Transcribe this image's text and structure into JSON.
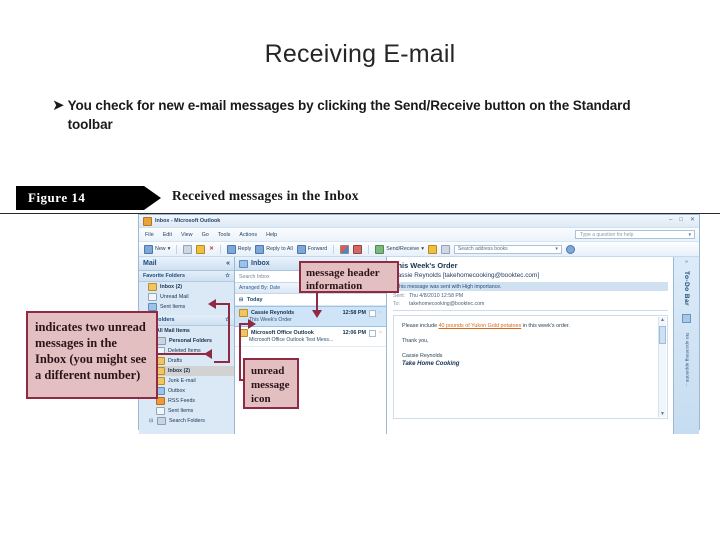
{
  "slide": {
    "title": "Receiving E-mail",
    "bullet_mark": "➤",
    "bullet_text": "You check for new e-mail messages by clicking the Send/Receive button on the Standard toolbar"
  },
  "figure": {
    "tag": "Figure 14",
    "caption": "Received messages in the Inbox"
  },
  "outlook": {
    "window_title": "Inbox - Microsoft Outlook",
    "window_buttons": {
      "minimize": "–",
      "maximize": "□",
      "close": "✕"
    },
    "menu": [
      "File",
      "Edit",
      "View",
      "Go",
      "Tools",
      "Actions",
      "Help"
    ],
    "help_box": {
      "placeholder": "Type a question for help",
      "caret": "▾"
    },
    "toolbar": {
      "new_label": "New",
      "new_caret": "▾",
      "reply_label": "Reply",
      "reply_all_label": "Reply to All",
      "forward_label": "Forward",
      "send_receive_label": "Send/Receive",
      "send_receive_caret": "▾",
      "delete_glyph": "✕",
      "address_search": {
        "placeholder": "Search address books",
        "caret": "▾"
      }
    },
    "navpane": {
      "header": "Mail",
      "header_chevron": "«",
      "favorite_folders": {
        "title": "Favorite Folders",
        "collapse": "☆",
        "items": [
          {
            "label": "Inbox (2)",
            "bold": true
          },
          {
            "label": "Unread Mail",
            "bold": false
          },
          {
            "label": "Sent Items",
            "bold": false
          }
        ]
      },
      "mail_folders": {
        "title": "Mail Folders",
        "collapse": "☆",
        "all_mail_items": "All Mail Items",
        "root": "Personal Folders",
        "expand_glyph": "⊟",
        "items": [
          {
            "label": "Deleted Items",
            "selected": false
          },
          {
            "label": "Drafts",
            "selected": false
          },
          {
            "label": "Inbox (2)",
            "selected": true
          },
          {
            "label": "Junk E-mail",
            "selected": false
          },
          {
            "label": "Outbox",
            "selected": false
          },
          {
            "label": "RSS Feeds",
            "selected": false
          },
          {
            "label": "Sent Items",
            "selected": false
          }
        ],
        "search_folders": "Search Folders"
      }
    },
    "message_list": {
      "header": "Inbox",
      "search_placeholder": "Search Inbox",
      "arranged_by": "Arranged By: Date",
      "group_label": "Today",
      "group_glyph": "⊟",
      "messages": [
        {
          "from": "Cassie Reynolds",
          "subject": "This Week's Order",
          "time": "12:58 PM",
          "unread": true,
          "selected": true
        },
        {
          "from": "Microsoft Office Outlook",
          "subject": "Microsoft Office Outlook Test Mess...",
          "time": "12:06 PM",
          "unread": true,
          "selected": false
        }
      ]
    },
    "reading_pane": {
      "subject": "This Week's Order",
      "from": "Cassie Reynolds [takehomecooking@booktec.com]",
      "importance_notice": "This message was sent with High importance.",
      "sent_label": "Sent:",
      "sent_value": "Thu 4/8/2010 12:58 PM",
      "to_label": "To:",
      "to_value": "takehomecooking@booktec.com",
      "body_before": "Please include ",
      "body_link": "40 pounds of Yukon Gold potatoes",
      "body_after": " in this week's order.",
      "body_thanks": "Thank you,",
      "sig_name": "Cassie Reynolds",
      "sig_company": "Take Home Cooking"
    },
    "todo_bar": {
      "collapse": "»",
      "title": "To-Do Bar",
      "appointments": "No upcoming appointm..."
    }
  },
  "callouts": {
    "unread_count": "indicates two unread messages in the Inbox (you might see a different number)",
    "message_header": "message header information",
    "unread_icon": "unread message icon"
  },
  "colors": {
    "callout_fill": "#e3bfc2",
    "callout_border": "#8e2a42",
    "figure_tag_bg": "#000000",
    "selection_blue": "#cfe4f7",
    "link_orange": "#d2691e"
  }
}
